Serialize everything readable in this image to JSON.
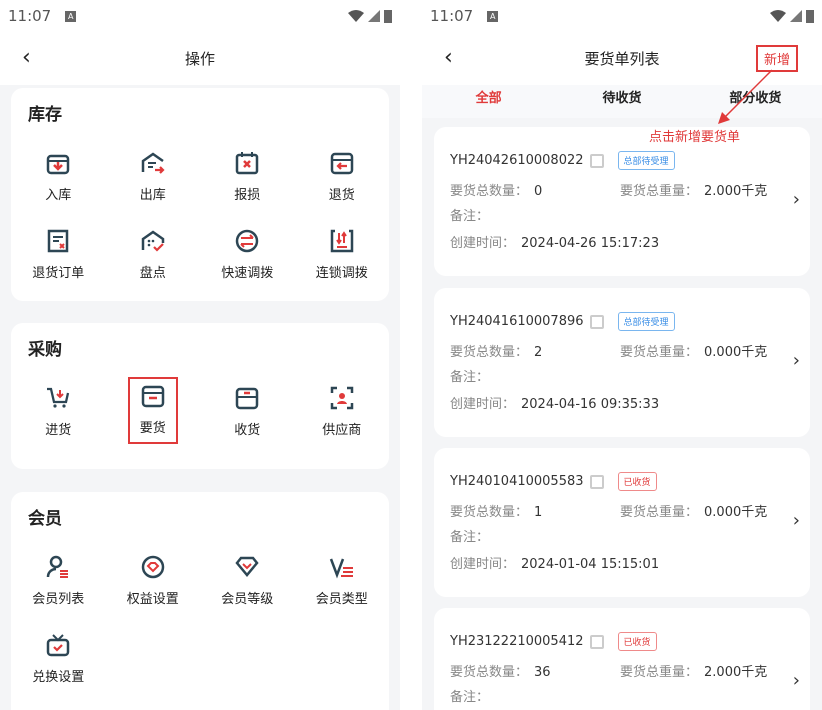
{
  "status": {
    "time": "11:07",
    "icon": "A"
  },
  "left": {
    "title": "操作",
    "sections": [
      {
        "title": "库存",
        "items": [
          "入库",
          "出库",
          "报损",
          "退货",
          "退货订单",
          "盘点",
          "快速调拨",
          "连锁调拨"
        ]
      },
      {
        "title": "采购",
        "items": [
          "进货",
          "要货",
          "收货",
          "供应商"
        ]
      },
      {
        "title": "会员",
        "items": [
          "会员列表",
          "权益设置",
          "会员等级",
          "会员类型",
          "兑换设置"
        ]
      }
    ]
  },
  "right": {
    "title": "要货单列表",
    "new_label": "新增",
    "annotation": "点击新增要货单",
    "tabs": [
      "全部",
      "待收货",
      "部分收货"
    ],
    "labels": {
      "qty": "要货总数量：",
      "weight": "要货总重量：",
      "note": "备注：",
      "created": "创建时间："
    },
    "orders": [
      {
        "id": "YH24042610008022",
        "status": "总部待受理",
        "qty": "0",
        "weight": "2.000千克",
        "created": "2024-04-26 15:17:23"
      },
      {
        "id": "YH24041610007896",
        "status": "总部待受理",
        "qty": "2",
        "weight": "0.000千克",
        "created": "2024-04-16 09:35:33"
      },
      {
        "id": "YH24010410005583",
        "status": "已收货",
        "qty": "1",
        "weight": "0.000千克",
        "created": "2024-01-04 15:15:01"
      },
      {
        "id": "YH23122210005412",
        "status": "已收货",
        "qty": "36",
        "weight": "2.000千克",
        "created": ""
      }
    ]
  },
  "colors": {
    "accent": "#e03a3a",
    "icon": "#2d4654"
  }
}
